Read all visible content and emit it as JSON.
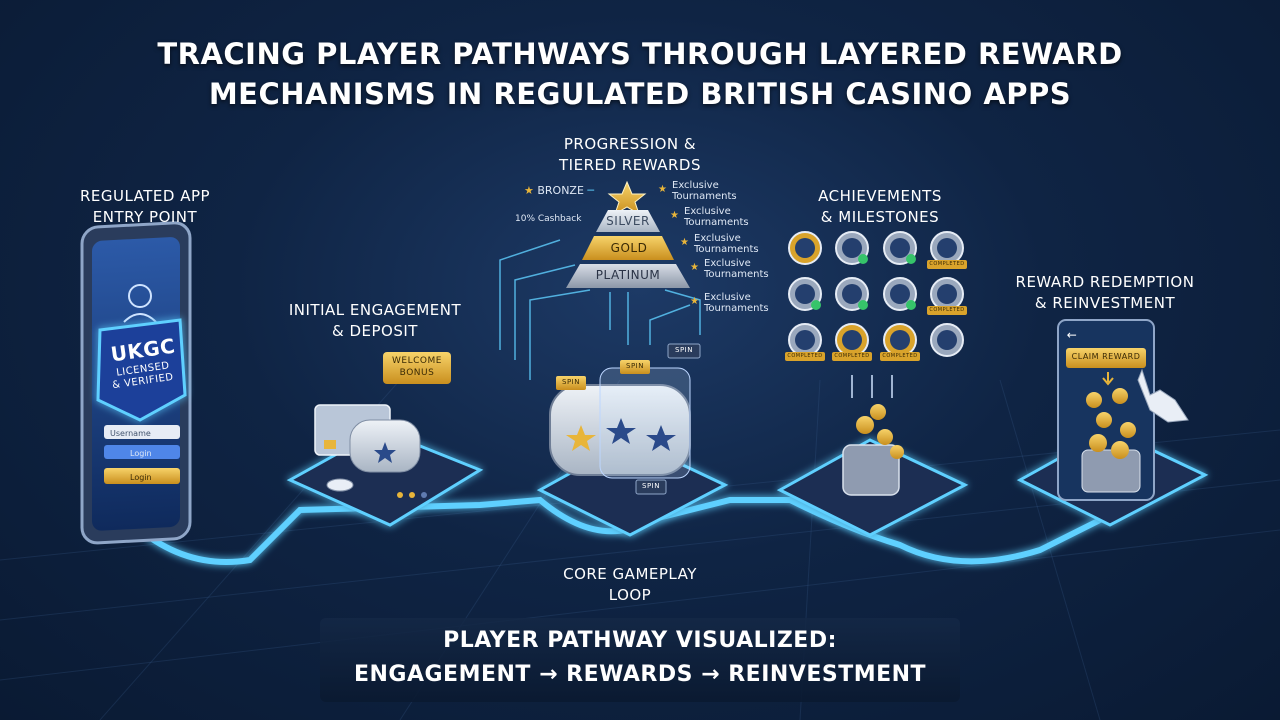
{
  "title": {
    "line1": "TRACING PLAYER PATHWAYS THROUGH LAYERED REWARD",
    "line2": "MECHANISMS IN REGULATED BRITISH CASINO APPS"
  },
  "stages": {
    "entry": {
      "line1": "REGULATED APP",
      "line2": "ENTRY POINT"
    },
    "initial": {
      "line1": "INITIAL ENGAGEMENT",
      "line2": "& DEPOSIT"
    },
    "progression": {
      "line1": "PROGRESSION &",
      "line2": "TIERED REWARDS"
    },
    "achievements": {
      "line1": "ACHIEVEMENTS",
      "line2": "& MILESTONES"
    },
    "redemption": {
      "line1": "REWARD REDEMPTION",
      "line2": "& REINVESTMENT"
    },
    "core": {
      "line1": "CORE GAMEPLAY",
      "line2": "LOOP"
    }
  },
  "phone": {
    "badge_line1": "UKGC",
    "badge_line2": "LICENSED",
    "badge_line3": "& VERIFIED",
    "input1": "Username",
    "input2": "Login",
    "button": "Login"
  },
  "welcome_bonus": {
    "line1": "WELCOME",
    "line2": "BONUS"
  },
  "tiers": {
    "bronze": "BRONZE",
    "silver": "SILVER",
    "gold": "GOLD",
    "platinum": "PLATINUM",
    "cashback": "10% Cashback",
    "perk_line1": "Exclusive",
    "perk_line2": "Tournaments"
  },
  "slot_tags": {
    "spin": "SPIN"
  },
  "badges": {
    "completed": "COMPLETED"
  },
  "claim": {
    "button": "CLAIM REWARD",
    "back": "←"
  },
  "footer": {
    "line1": "PLAYER PATHWAY VISUALIZED:",
    "line2": "ENGAGEMENT → REWARDS → REINVESTMENT"
  },
  "colors": {
    "background": "#0f2444",
    "glow": "#5fd0ff",
    "gold": "#e8b53a",
    "platform": "#1c2f52",
    "silver": "#c9d3df"
  },
  "icons": [
    "user-icon",
    "star-icon",
    "check-icon",
    "coin-icon",
    "wallet-icon",
    "hand-pointer-icon",
    "poker-chip-icon",
    "credit-card-icon",
    "slot-machine-icon",
    "trophy-badge-icon"
  ]
}
